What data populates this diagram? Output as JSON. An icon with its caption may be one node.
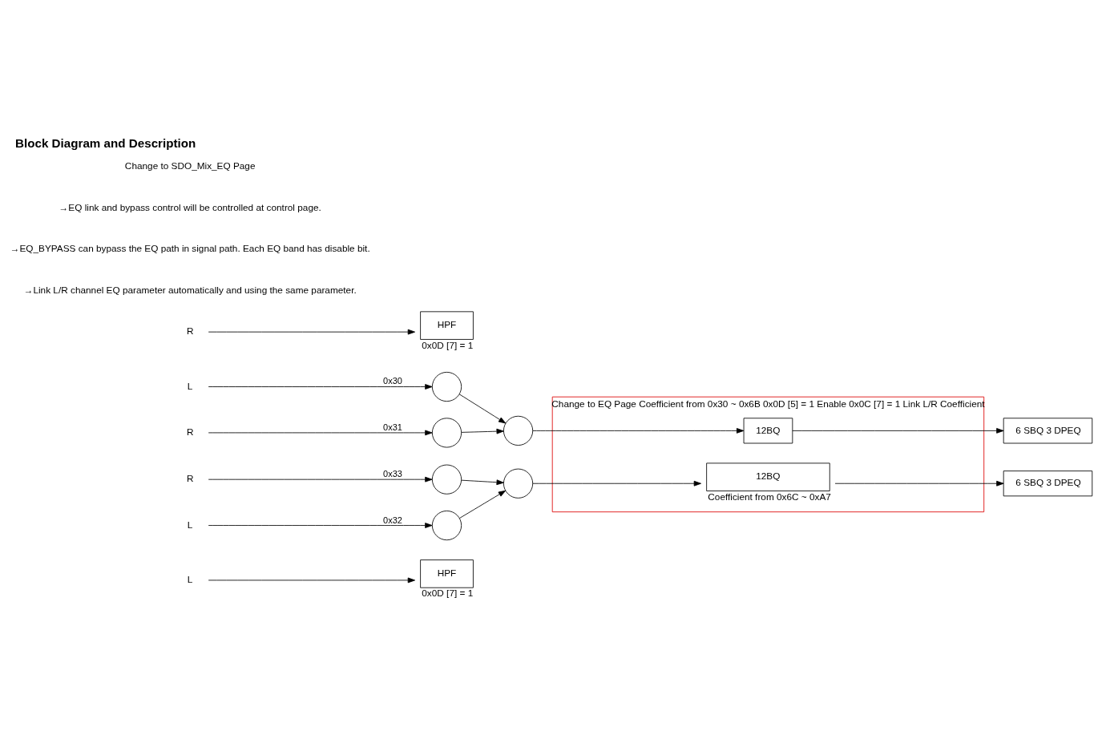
{
  "diagram": {
    "title": "Block Diagram and Description",
    "nodes": [
      {
        "text": [
          "L"
        ]
      },
      {
        "text": [
          "HPF"
        ],
        "beside": [
          "0x0D [7] = 1"
        ]
      },
      {
        "text": [
          "L"
        ]
      },
      {
        "text": [],
        "shape": "circle"
      },
      {
        "text": [
          "R"
        ]
      },
      {
        "text": [],
        "shape": "circle"
      },
      {
        "text": [],
        "shape": "circle"
      },
      {
        "text": [
          "Change to EQ Page Coefficient from 0x30 ~ 0x6B 0x0D [5] = 1 Enable 0x0C [7] = 1 Link L/R Coefficient"
        ]
      },
      {
        "text": [
          "12BQ"
        ],
        "in": 7
      },
      {
        "text": [
          "6 SBQ 3 DPEQ"
        ]
      },
      {
        "text": [
          "R"
        ]
      },
      {
        "text": [
          "HPF"
        ],
        "beside": [
          "0x0D [7] = 1"
        ]
      },
      {
        "text": [
          "L"
        ]
      },
      {
        "text": [],
        "shape": "circle"
      },
      {
        "text": [
          "R"
        ]
      },
      {
        "text": [],
        "shape": "circle"
      },
      {
        "text": [],
        "shape": "circle"
      },
      {
        "text": [
          "12BQ"
        ],
        "in": 7,
        "beside": [
          "Coefficient from 0x6C ~ 0xA7"
        ]
      },
      {
        "text": [
          "6 SBQ 3 DPEQ"
        ]
      }
    ],
    "edges": [
      {
        "from": 0,
        "to": 1,
        "arrow": "to"
      },
      {
        "from": 2,
        "to": 3,
        "arrow": "to",
        "label": "0x30"
      },
      {
        "from": 4,
        "to": 5,
        "arrow": "to",
        "label": "0x31"
      },
      {
        "from": 3,
        "to": 6,
        "arrow": "to"
      },
      {
        "from": 5,
        "to": 6,
        "arrow": "to"
      },
      {
        "from": 6,
        "to": 8,
        "arrow": "to"
      },
      {
        "from": 8,
        "to": 9,
        "arrow": "to"
      },
      {
        "from": 10,
        "to": 11,
        "arrow": "to"
      },
      {
        "from": 12,
        "to": 13,
        "arrow": "to",
        "label": "0x32"
      },
      {
        "from": 14,
        "to": 15,
        "arrow": "to",
        "label": "0x33"
      },
      {
        "from": 13,
        "to": 16,
        "arrow": "to"
      },
      {
        "from": 15,
        "to": 16,
        "arrow": "to"
      },
      {
        "from": 16,
        "to": 17,
        "arrow": "to"
      },
      {
        "from": 17,
        "to": 18,
        "arrow": "to"
      }
    ],
    "labels": [
      "→Link L/R channel EQ parameter automatically and using the same parameter.",
      "→EQ_BYPASS can bypass the EQ path in signal path. Each EQ band has disable bit.",
      "→EQ link and bypass control will be controlled at control page.",
      "Change to SDO_Mix_EQ Page"
    ]
  }
}
